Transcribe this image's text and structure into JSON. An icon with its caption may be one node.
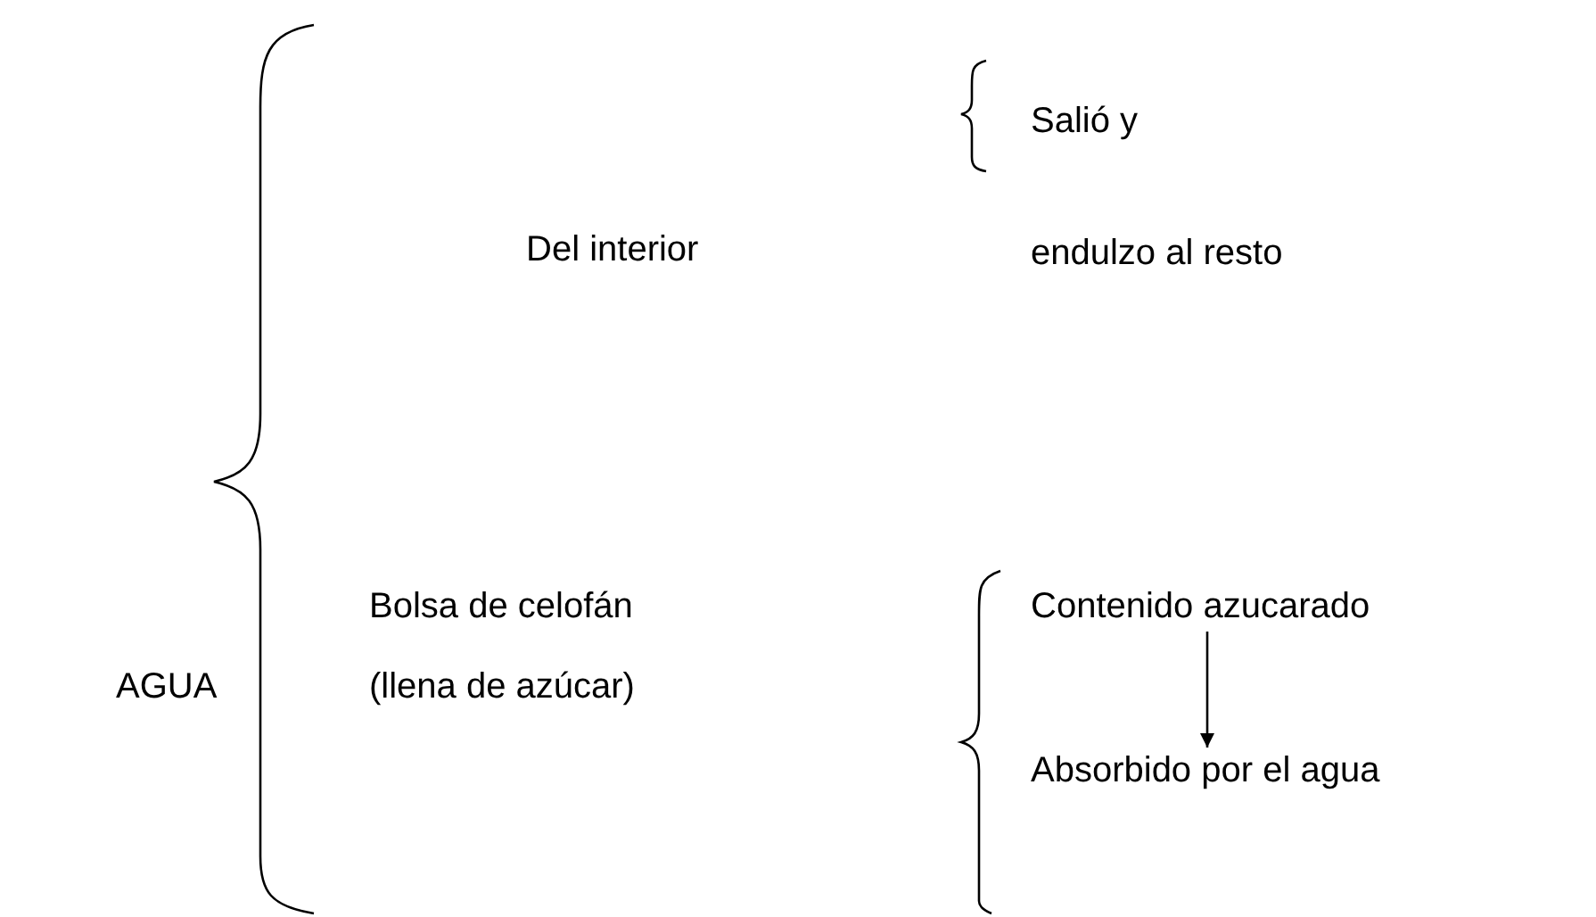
{
  "diagram": {
    "nodes": [
      {
        "text": [
          "Contenido azucarado"
        ]
      },
      {
        "text": [
          "Absorbido por el agua"
        ]
      }
    ],
    "edges": [
      {
        "from": 0,
        "to": 1,
        "arrow": "to"
      }
    ],
    "labels": [
      "Salió y",
      "Del interior",
      "endulzo al resto",
      "Bolsa de celofán",
      "(llena de azúcar)",
      "AGUA"
    ]
  }
}
